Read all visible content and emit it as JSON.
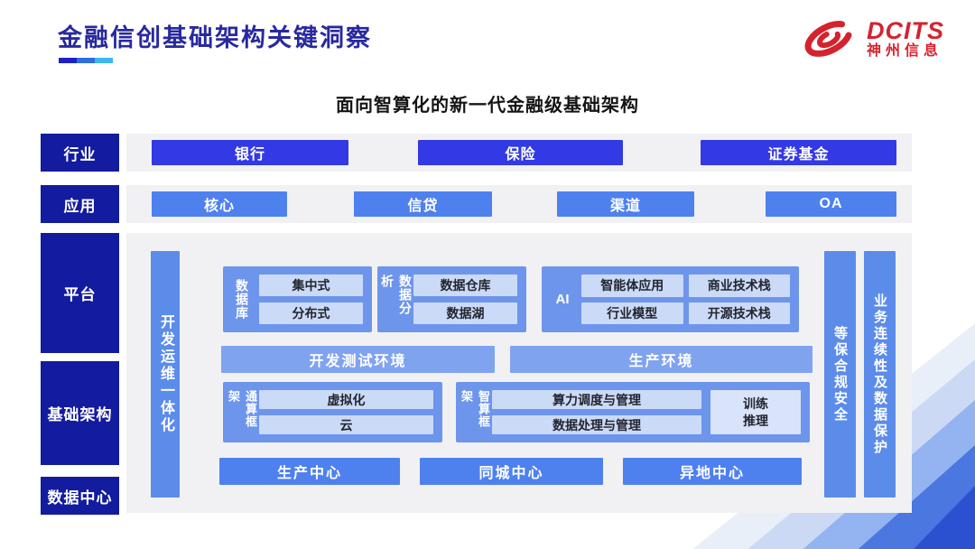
{
  "header": {
    "title": "金融信创基础架构关键洞察"
  },
  "logo": {
    "brand": "DCITS",
    "company": "神州信息",
    "color": "#D5232E"
  },
  "subtitle": "面向智算化的新一代金融级基础架构",
  "layers": {
    "industry": {
      "label": "行业",
      "items": [
        "银行",
        "保险",
        "证券基金"
      ]
    },
    "application": {
      "label": "应用",
      "items": [
        "核心",
        "信贷",
        "渠道",
        "OA"
      ]
    },
    "platform_label": "平台",
    "infrastructure_label": "基础架构",
    "datacenter_label": "数据中心"
  },
  "platform": {
    "devops_bar": "开发运维一体化",
    "database": {
      "label": "数据库",
      "items": [
        "集中式",
        "分布式"
      ]
    },
    "analytics": {
      "label": "数据分析",
      "items": [
        "数据仓库",
        "数据湖"
      ]
    },
    "ai": {
      "label": "AI",
      "items": [
        "智能体应用",
        "商业技术栈",
        "行业模型",
        "开源技术栈"
      ]
    },
    "environments": [
      "开发测试环境",
      "生产环境"
    ],
    "general_framework": {
      "label": "通算框架",
      "items": [
        "虚拟化",
        "云"
      ]
    },
    "ai_framework": {
      "label": "智算框架",
      "items": [
        "算力调度与管理",
        "数据处理与管理"
      ],
      "side": "训练\n推理"
    },
    "centers": [
      "生产中心",
      "同城中心",
      "异地中心"
    ],
    "security_bar": "等保合规安全",
    "continuity_bar": "业务连续性及数据保护"
  },
  "colors": {
    "brand_red": "#D5232E",
    "navy_label": "#131B9F",
    "royal_button": "#3339E4",
    "medium_button": "#4E81EE",
    "group_blue": "#6E95EC",
    "bar_blue": "#5C8CEA",
    "env_blue": "#80A3F0",
    "chip_blue": "#CBDAF7",
    "strip_gray": "#F1F1F3"
  }
}
